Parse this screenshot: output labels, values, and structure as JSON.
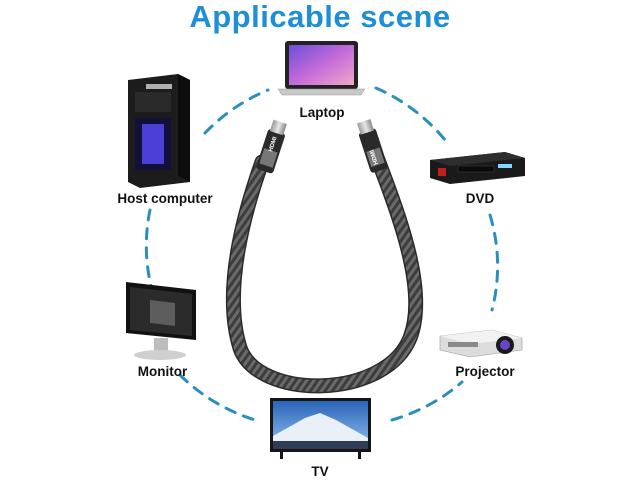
{
  "title": "Applicable scene",
  "devices": [
    {
      "id": "laptop",
      "label": "Laptop"
    },
    {
      "id": "host-computer",
      "label": "Host computer"
    },
    {
      "id": "dvd",
      "label": "DVD"
    },
    {
      "id": "monitor",
      "label": "Monitor"
    },
    {
      "id": "projector",
      "label": "Projector"
    },
    {
      "id": "tv",
      "label": "TV"
    }
  ],
  "cable": {
    "connector_text": "HDMI"
  },
  "colors": {
    "accent": "#1e8fd6",
    "dash": "#2a8fbf",
    "cable": "#4a4a4a"
  }
}
